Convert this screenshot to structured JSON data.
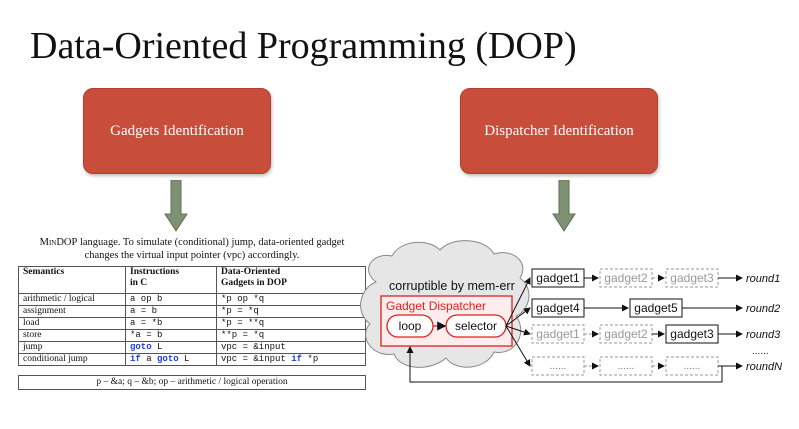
{
  "slide": {
    "title": "Data-Oriented Programming (DOP)"
  },
  "boxes": {
    "left": "Gadgets Identification",
    "right": "Dispatcher Identification"
  },
  "caption": {
    "name": "MinDOP",
    "rest_line1": " language. To simulate (conditional) jump, data-oriented gadget",
    "line2": "changes the virtual input pointer (vpc) accordingly."
  },
  "table": {
    "headers": {
      "semantics": "Semantics",
      "instr_line1": "Instructions",
      "instr_line2": "in C",
      "dop_line1": "Data-Oriented",
      "dop_line2": "Gadgets in DOP"
    },
    "rows": [
      {
        "sem": "arithmetic / logical",
        "c": "a op b",
        "dop": "*p op *q"
      },
      {
        "sem": "assignment",
        "c": "a = b",
        "dop": "*p = *q"
      },
      {
        "sem": "load",
        "c": "a = *b",
        "dop": "*p = **q"
      },
      {
        "sem": "store",
        "c": "*a = b",
        "dop": "**p = *q"
      },
      {
        "sem": "jump",
        "c_kw": "goto",
        "c_rest": " L",
        "dop": "vpc = &input"
      },
      {
        "sem": "conditional jump",
        "c_kw1": "if",
        "c_mid": " a ",
        "c_kw2": "goto",
        "c_end": " L",
        "dop_pre": "vpc = &input ",
        "dop_kw": "if",
        "dop_post": " *p"
      }
    ],
    "footnote": "p – &a; q – &b; op – arithmetic / logical operation"
  },
  "diagram": {
    "cloud_label": "corruptible by mem-err",
    "dispatcher_label": "Gadget Dispatcher",
    "loop_label": "loop",
    "selector_label": "selector",
    "gadgets": {
      "g1": "gadget1",
      "g2": "gadget2",
      "g3": "gadget3",
      "g4": "gadget4",
      "g5": "gadget5",
      "dots": "......"
    },
    "rounds": [
      "round1",
      "round2",
      "round3",
      "......",
      "roundN"
    ]
  },
  "colors": {
    "box_fill": "#c94d3b",
    "arrow_fill": "#7f9173",
    "dispatcher_red": "#e02020",
    "keyword_blue": "#1a3fd6"
  }
}
